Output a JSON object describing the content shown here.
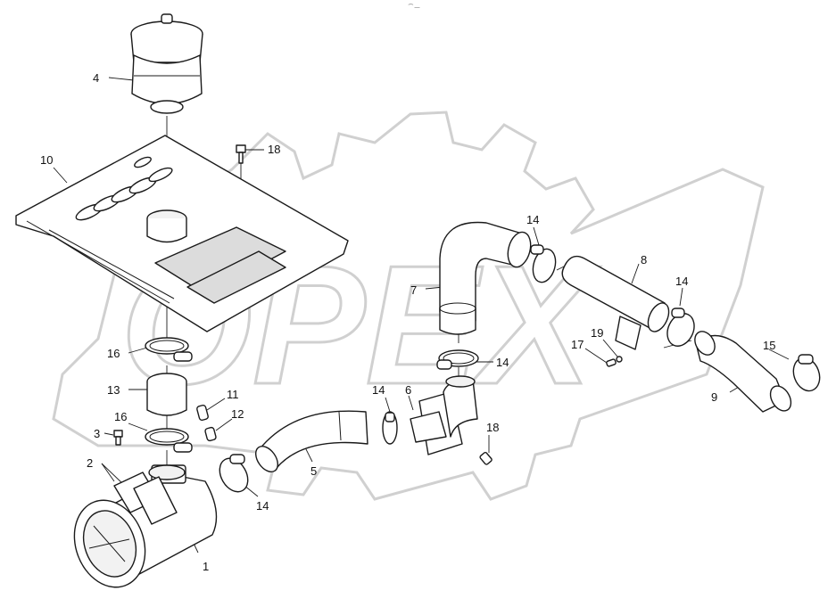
{
  "watermark": {
    "text": "OPEX"
  },
  "corner_mark": "⁀ —",
  "callouts": [
    {
      "id": "c1",
      "label": "1"
    },
    {
      "id": "c2",
      "label": "2"
    },
    {
      "id": "c3",
      "label": "3"
    },
    {
      "id": "c4",
      "label": "4"
    },
    {
      "id": "c5",
      "label": "5"
    },
    {
      "id": "c6",
      "label": "6"
    },
    {
      "id": "c7",
      "label": "7"
    },
    {
      "id": "c8",
      "label": "8"
    },
    {
      "id": "c9",
      "label": "9"
    },
    {
      "id": "c10",
      "label": "10"
    },
    {
      "id": "c11",
      "label": "11"
    },
    {
      "id": "c12",
      "label": "12"
    },
    {
      "id": "c13",
      "label": "13"
    },
    {
      "id": "c14a",
      "label": "14"
    },
    {
      "id": "c14b",
      "label": "14"
    },
    {
      "id": "c14c",
      "label": "14"
    },
    {
      "id": "c14d",
      "label": "14"
    },
    {
      "id": "c14e",
      "label": "14"
    },
    {
      "id": "c15",
      "label": "15"
    },
    {
      "id": "c16a",
      "label": "16"
    },
    {
      "id": "c16b",
      "label": "16"
    },
    {
      "id": "c17",
      "label": "17"
    },
    {
      "id": "c18a",
      "label": "18"
    },
    {
      "id": "c18b",
      "label": "18"
    },
    {
      "id": "c19",
      "label": "19"
    }
  ]
}
